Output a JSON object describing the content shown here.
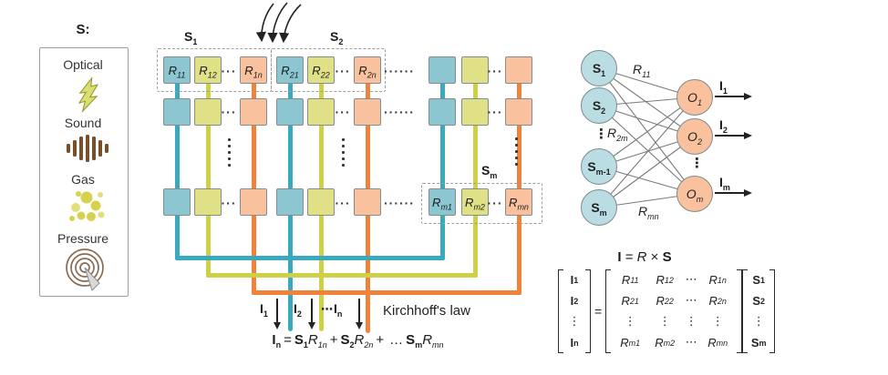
{
  "legend": {
    "title": "S:",
    "items": [
      {
        "label": "Optical",
        "icon": "lightning-icon"
      },
      {
        "label": "Sound",
        "icon": "sound-waves-icon"
      },
      {
        "label": "Gas",
        "icon": "gas-molecules-icon"
      },
      {
        "label": "Pressure",
        "icon": "pressure-touch-icon"
      }
    ]
  },
  "crossbar": {
    "s1": {
      "base": "S",
      "sub": "1"
    },
    "s2": {
      "base": "S",
      "sub": "2"
    },
    "sm": {
      "base": "S",
      "sub": "m"
    },
    "cells": {
      "r11": {
        "base": "R",
        "sub": "11"
      },
      "r12": {
        "base": "R",
        "sub": "12"
      },
      "r1n": {
        "base": "R",
        "sub": "1n"
      },
      "r21": {
        "base": "R",
        "sub": "21"
      },
      "r22": {
        "base": "R",
        "sub": "22"
      },
      "r2n": {
        "base": "R",
        "sub": "2n"
      },
      "rm1": {
        "base": "R",
        "sub": "m1"
      },
      "rm2": {
        "base": "R",
        "sub": "m2"
      },
      "rmn": {
        "base": "R",
        "sub": "mn"
      }
    },
    "dots3": "···",
    "dots6": "······",
    "out_i1": {
      "base": "I",
      "sub": "1"
    },
    "out_i2": {
      "base": "I",
      "sub": "2"
    },
    "out_dots": "⋯",
    "out_in": {
      "base": "I",
      "sub": "n"
    },
    "kirchhoff_label": "Kirchhoff's law",
    "equation": {
      "lhs": {
        "base": "I",
        "sub": "n"
      },
      "eq_sign": "=",
      "s1": {
        "base": "S",
        "sub": "1"
      },
      "r1": {
        "base": "R",
        "sub": "1n"
      },
      "plus": "+",
      "s2": {
        "base": "S",
        "sub": "2"
      },
      "r2": {
        "base": "R",
        "sub": "2n"
      },
      "dots": "…",
      "sm": {
        "base": "S",
        "sub": "m"
      },
      "rm": {
        "base": "R",
        "sub": "mn"
      }
    }
  },
  "network": {
    "nodes_in": [
      {
        "base": "S",
        "sub": "1"
      },
      {
        "base": "S",
        "sub": "2"
      },
      {
        "base": "S",
        "sub": "m-1"
      },
      {
        "base": "S",
        "sub": "m"
      }
    ],
    "nodes_out": [
      {
        "base": "O",
        "sub": "1"
      },
      {
        "base": "O",
        "sub": "2"
      },
      {
        "base": "O",
        "sub": "m"
      }
    ],
    "edge_r11": {
      "base": "R",
      "sub": "11"
    },
    "edge_r2m": {
      "base": "R",
      "sub": "2m"
    },
    "edge_rmn": {
      "base": "R",
      "sub": "mn"
    },
    "i1": {
      "base": "I",
      "sub": "1"
    },
    "i2": {
      "base": "I",
      "sub": "2"
    },
    "im": {
      "base": "I",
      "sub": "m"
    },
    "vdots": "⋮"
  },
  "matrix": {
    "title": {
      "i": "I",
      "eq": "=",
      "r": "R",
      "times": "×",
      "s": "S"
    },
    "i_vector": [
      {
        "base": "I",
        "sub": "1"
      },
      {
        "base": "I",
        "sub": "2"
      },
      {
        "dots": "⋮"
      },
      {
        "base": "I",
        "sub": "n"
      }
    ],
    "equals": "=",
    "r_rows": [
      [
        {
          "base": "R",
          "sub": "11"
        },
        {
          "base": "R",
          "sub": "12"
        },
        {
          "dots": "⋯"
        },
        {
          "base": "R",
          "sub": "1n"
        }
      ],
      [
        {
          "base": "R",
          "sub": "21"
        },
        {
          "base": "R",
          "sub": "22"
        },
        {
          "dots": "⋯"
        },
        {
          "base": "R",
          "sub": "2n"
        }
      ],
      [
        {
          "dots": "⋮"
        },
        {
          "dots": "⋮"
        },
        {
          "dots": "⋮"
        },
        {
          "dots": "⋮"
        }
      ],
      [
        {
          "base": "R",
          "sub": "m1"
        },
        {
          "base": "R",
          "sub": "m2"
        },
        {
          "dots": "⋯"
        },
        {
          "base": "R",
          "sub": "mn"
        }
      ]
    ],
    "s_vector": [
      {
        "base": "S",
        "sub": "1"
      },
      {
        "base": "S",
        "sub": "2"
      },
      {
        "dots": "⋮"
      },
      {
        "base": "S",
        "sub": "m"
      }
    ]
  },
  "colors": {
    "teal_fill": "#8bc6d1",
    "teal_line": "#3aa8bd",
    "yellow_fill": "#e0e187",
    "yellow_line": "#ccd147",
    "orange_fill": "#f9c19d",
    "orange_line": "#f0823b",
    "node_teal": "#b9dde3",
    "node_orange": "#f9c19d",
    "text": "#1a1a1a",
    "edge_gray": "#7a7a7a"
  }
}
